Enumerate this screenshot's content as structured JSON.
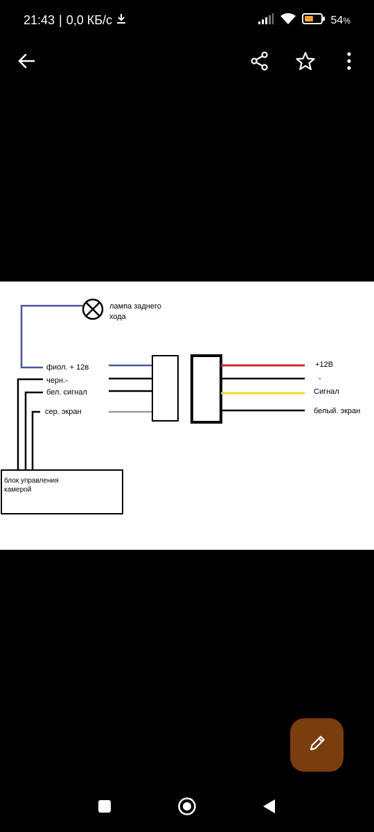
{
  "status_bar": {
    "time": "21:43",
    "separator": "|",
    "net_speed": "0,0 КБ/с",
    "battery_percent": "54",
    "battery_unit": "%",
    "battery_level": 0.54,
    "icons": [
      "download-icon",
      "signal-icon",
      "wifi-icon",
      "battery-icon"
    ]
  },
  "app_bar": {
    "icons": [
      "back-arrow-icon",
      "share-icon",
      "star-icon",
      "more-vert-icon"
    ]
  },
  "diagram": {
    "lamp_label_line1": "лампа заднего",
    "lamp_label_line2": "хода",
    "left_labels": {
      "violet": "фиол. + 12в",
      "black": "черн.-",
      "white": "бел. сигнал",
      "gray": "сер. экран"
    },
    "right_labels": {
      "plus12": "+12В",
      "minus": "-",
      "signal": "Сигнал",
      "white_screen": "белый. экран"
    },
    "block_label_line1": "блок управления",
    "block_label_line2": "камерой",
    "colors": {
      "violet": "#4a559b",
      "black": "#000000",
      "gray": "#999999",
      "red": "#cc2a2a",
      "yellow": "#f2d82a"
    }
  },
  "fab": {
    "icon": "edit-pencil-icon",
    "color": "#7a3d0e"
  },
  "nav_bar": {
    "icons": [
      "recents-square-icon",
      "home-circle-icon",
      "back-triangle-icon"
    ]
  }
}
